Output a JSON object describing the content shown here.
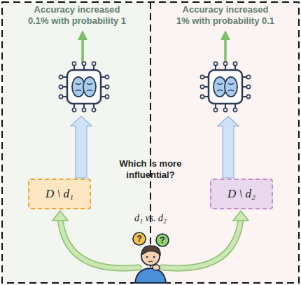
{
  "diagram": {
    "nodes": [
      {
        "text": [
          "D \\ d₁"
        ]
      },
      {
        "text": [
          "D \\ d₂"
        ]
      }
    ],
    "labels": [
      "Accuracy increased 0.1% with probability 1",
      "Accuracy increased 1% with probability 0.1",
      "Which is more influential?",
      "d₁ vs. d₂",
      "?",
      "?"
    ]
  }
}
